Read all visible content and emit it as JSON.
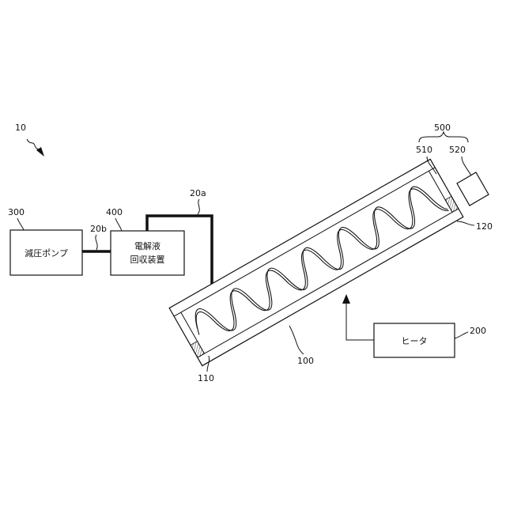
{
  "labels": {
    "system": "10",
    "pump_ref": "300",
    "pump_name": "減圧ポンプ",
    "recovery_ref": "400",
    "recovery_line1": "電解液",
    "recovery_line2": "回収装置",
    "pipe_a": "20a",
    "pipe_b": "20b",
    "tube_ref": "100",
    "end_left_ref": "110",
    "end_right_ref": "120",
    "heater_ref": "200",
    "heater_name": "ヒータ",
    "assembly_ref": "500",
    "part_510": "510",
    "part_520": "520"
  }
}
